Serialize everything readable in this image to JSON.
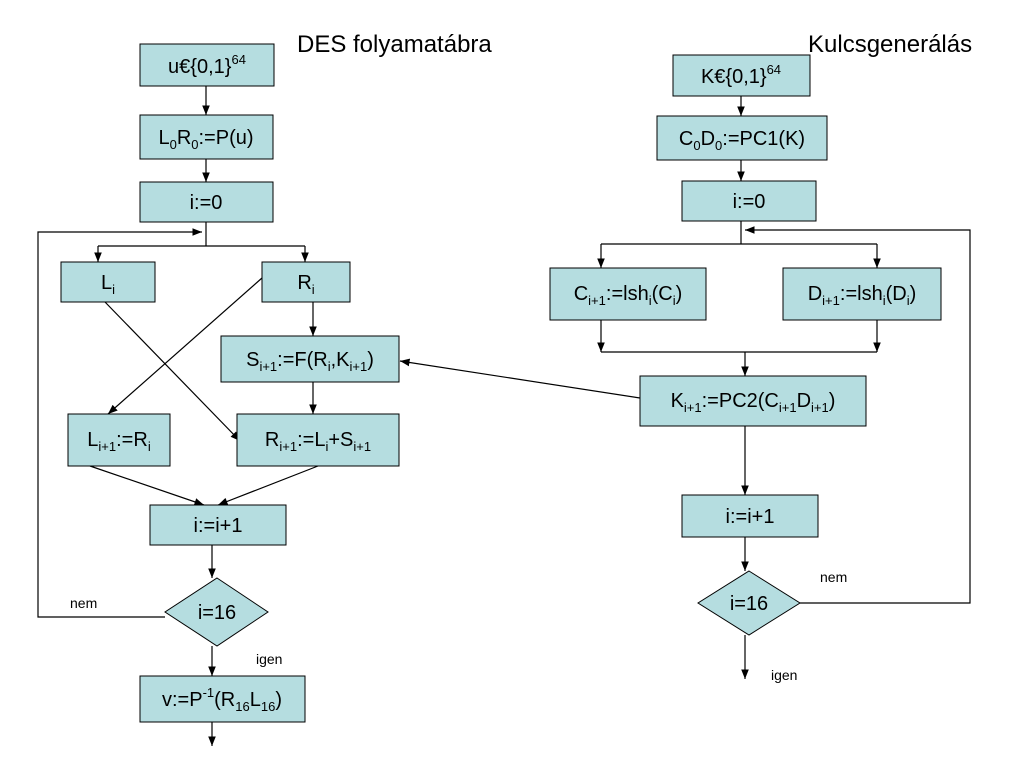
{
  "titles": {
    "des": "DES folyamatábra",
    "key": "Kulcsgenerálás"
  },
  "des": {
    "input": {
      "main": "u€{0,1}",
      "sup": "64"
    },
    "perm": {
      "parts": [
        "L",
        "0",
        "R",
        "0",
        ":=P(u)"
      ]
    },
    "init": "i:=0",
    "left": {
      "main": "L",
      "sub": "i"
    },
    "right": {
      "main": "R",
      "sub": "i"
    },
    "s": {
      "parts": [
        "S",
        "i+1",
        ":=F(R",
        "i",
        ",K",
        "i+1",
        ")"
      ]
    },
    "lnext": {
      "parts": [
        "L",
        "i+1",
        ":=R",
        "i"
      ]
    },
    "rnext": {
      "parts": [
        "R",
        "i+1",
        ":=L",
        "i",
        "+S",
        "i+1"
      ]
    },
    "inc": "i:=i+1",
    "cond": "i=16",
    "no": "nem",
    "yes": "igen",
    "output": {
      "parts": [
        "v:=P",
        "-1",
        "(R",
        "16",
        "L",
        "16",
        ")"
      ]
    }
  },
  "key": {
    "input": {
      "main": "K€{0,1}",
      "sup": "64"
    },
    "pc1": {
      "parts": [
        "C",
        "0",
        "D",
        "0",
        ":=PC1(K)"
      ]
    },
    "init": "i:=0",
    "c": {
      "parts": [
        "C",
        "i+1",
        ":=lsh",
        "i",
        "(C",
        "i",
        ")"
      ]
    },
    "d": {
      "parts": [
        "D",
        "i+1",
        ":=lsh",
        "i",
        "(D",
        "i",
        ")"
      ]
    },
    "pc2": {
      "parts": [
        "K",
        "i+1",
        ":=PC2(C",
        "i+1",
        "D",
        "i+1",
        ")"
      ]
    },
    "inc": "i:=i+1",
    "cond": "i=16",
    "no": "nem",
    "yes": "igen"
  }
}
